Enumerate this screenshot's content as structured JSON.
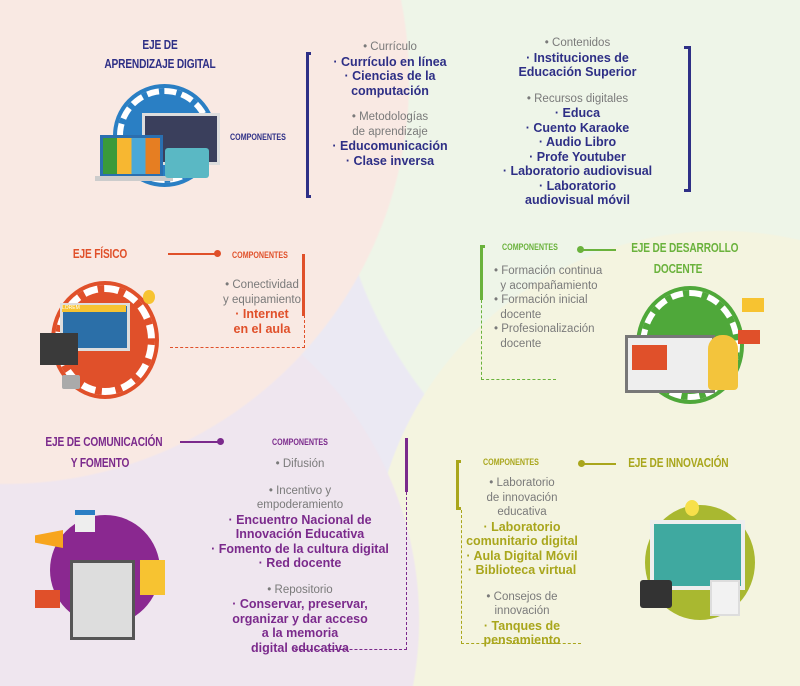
{
  "colors": {
    "digital": "#2e2f86",
    "fisico": "#e0502a",
    "docente": "#6ab23c",
    "comunicacion": "#7b2a8c",
    "innovacion": "#a9a61c",
    "muted": "#7a7a7a"
  },
  "digital": {
    "title_line1": "EJE DE",
    "title_line2": "APRENDIZAJE  DIGITAL",
    "components_label": "COMPONENTES",
    "col1": [
      {
        "type": "heading",
        "text": "• Currículo"
      },
      {
        "type": "item",
        "text": "· Currículo en línea"
      },
      {
        "type": "item",
        "text": "· Ciencias de la"
      },
      {
        "type": "item",
        "text": "computación"
      },
      {
        "type": "gap"
      },
      {
        "type": "heading",
        "text": "• Metodologías"
      },
      {
        "type": "heading",
        "text": "de aprendizaje"
      },
      {
        "type": "item",
        "text": "· Educomunicación"
      },
      {
        "type": "item",
        "text": "· Clase inversa"
      }
    ],
    "col2": [
      {
        "type": "heading",
        "text": "• Contenidos"
      },
      {
        "type": "item",
        "text": "· Instituciones de"
      },
      {
        "type": "item",
        "text": "Educación Superior"
      },
      {
        "type": "gap"
      },
      {
        "type": "heading",
        "text": "• Recursos digitales"
      },
      {
        "type": "item",
        "text": "· Educa"
      },
      {
        "type": "item",
        "text": "· Cuento Karaoke"
      },
      {
        "type": "item",
        "text": "· Audio Libro"
      },
      {
        "type": "item",
        "text": "· Profe Youtuber"
      },
      {
        "type": "item",
        "text": "· Laboratorio audiovisual"
      },
      {
        "type": "item",
        "text": "· Laboratorio"
      },
      {
        "type": "item",
        "text": "audiovisual móvil"
      }
    ]
  },
  "fisico": {
    "title": "EJE FÍSICO",
    "components_label": "COMPONENTES",
    "lines": [
      {
        "type": "heading",
        "text": "• Conectividad"
      },
      {
        "type": "heading",
        "text": "y equipamiento"
      },
      {
        "type": "item",
        "text": "· Internet"
      },
      {
        "type": "item",
        "text": "en el aula"
      }
    ],
    "screen_text": "LOREM"
  },
  "docente": {
    "title_line1": "EJE DE DESARROLLO",
    "title_line2": "DOCENTE",
    "components_label": "COMPONENTES",
    "lines": [
      {
        "type": "heading",
        "text": "• Formación continua"
      },
      {
        "type": "heading",
        "text": "  y acompañamiento"
      },
      {
        "type": "heading",
        "text": "• Formación inicial"
      },
      {
        "type": "heading",
        "text": "  docente"
      },
      {
        "type": "heading",
        "text": "• Profesionalización"
      },
      {
        "type": "heading",
        "text": "  docente"
      }
    ]
  },
  "comunicacion": {
    "title_line1": "EJE DE COMUNICACIÓN",
    "title_line2": "Y FOMENTO",
    "components_label": "COMPONENTES",
    "lines": [
      {
        "type": "heading",
        "text": "• Difusión"
      },
      {
        "type": "gap"
      },
      {
        "type": "heading",
        "text": "• Incentivo y"
      },
      {
        "type": "heading",
        "text": "empoderamiento"
      },
      {
        "type": "item",
        "text": "· Encuentro Nacional de"
      },
      {
        "type": "item",
        "text": "Innovación Educativa"
      },
      {
        "type": "item",
        "text": "· Fomento de la cultura digital"
      },
      {
        "type": "item",
        "text": "· Red docente"
      },
      {
        "type": "gap"
      },
      {
        "type": "heading",
        "text": "• Repositorio"
      },
      {
        "type": "item",
        "text": "· Conservar, preservar,"
      },
      {
        "type": "item",
        "text": "organizar y dar acceso"
      },
      {
        "type": "item",
        "text": "a la memoria"
      },
      {
        "type": "item",
        "text": "digital educativa"
      }
    ]
  },
  "innovacion": {
    "title": "EJE DE INNOVACIÓN",
    "components_label": "COMPONENTES",
    "lines": [
      {
        "type": "heading",
        "text": "• Laboratorio"
      },
      {
        "type": "heading",
        "text": "de innovación"
      },
      {
        "type": "heading",
        "text": "educativa"
      },
      {
        "type": "item",
        "text": "· Laboratorio"
      },
      {
        "type": "item",
        "text": "comunitario digital"
      },
      {
        "type": "item",
        "text": "· Aula Digital Móvil"
      },
      {
        "type": "item",
        "text": "· Biblioteca virtual"
      },
      {
        "type": "gap"
      },
      {
        "type": "heading",
        "text": "• Consejos de"
      },
      {
        "type": "heading",
        "text": "innovación"
      },
      {
        "type": "item",
        "text": "· Tanques de"
      },
      {
        "type": "item",
        "text": "pensamiento"
      }
    ]
  }
}
